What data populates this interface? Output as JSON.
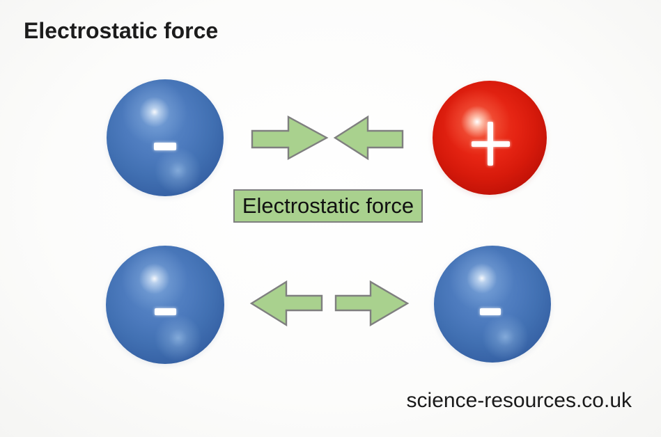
{
  "title": "Electrostatic force",
  "center_label": "Electrostatic force",
  "watermark": "science-resources.co.uk",
  "colors": {
    "arrow_fill": "#a9d18e",
    "arrow_border": "#7f7f7f",
    "label_fill": "#a9d18e",
    "label_border": "#7f7f7f",
    "negative_sphere_blue": "#4472b8",
    "positive_sphere_red": "#dd1a0d",
    "sign_color": "#ffffff",
    "text_color": "#1a1a1a",
    "background": "#fcfcfb"
  },
  "rows": [
    {
      "position": "top",
      "left_charge": {
        "type": "negative",
        "symbol": "−",
        "color": "blue"
      },
      "right_charge": {
        "type": "positive",
        "symbol": "+",
        "color": "red"
      },
      "arrows_direction": "pointing-toward-each-other"
    },
    {
      "position": "bottom",
      "left_charge": {
        "type": "negative",
        "symbol": "−",
        "color": "blue"
      },
      "right_charge": {
        "type": "negative",
        "symbol": "−",
        "color": "blue"
      },
      "arrows_direction": "pointing-away-from-each-other"
    }
  ]
}
